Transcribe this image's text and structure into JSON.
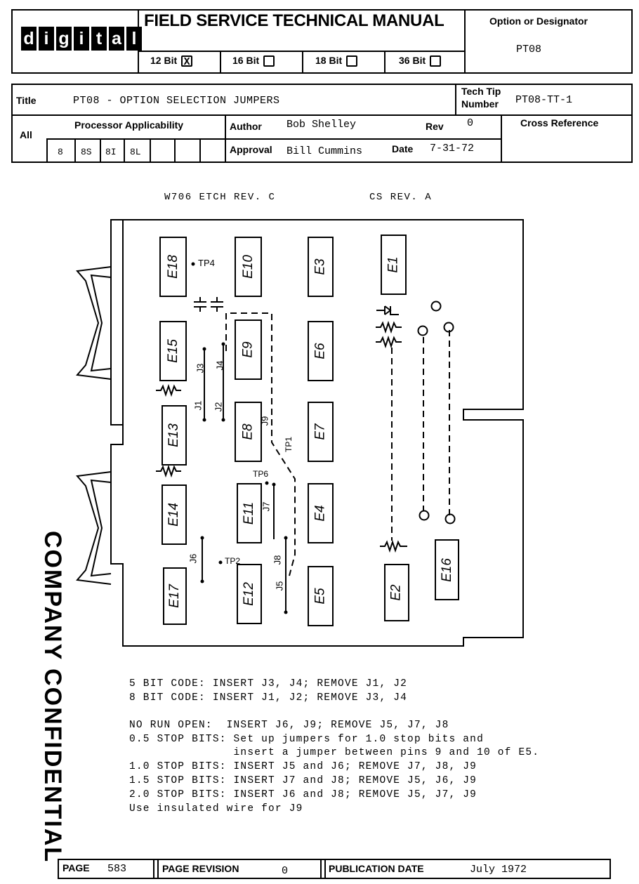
{
  "header": {
    "logo_letters": [
      "d",
      "i",
      "g",
      "i",
      "t",
      "a",
      "l"
    ],
    "manual_title": "FIELD SERVICE TECHNICAL MANUAL",
    "bit_options": [
      {
        "label": "12 Bit",
        "mark": "X"
      },
      {
        "label": "16 Bit",
        "mark": ""
      },
      {
        "label": "18 Bit",
        "mark": ""
      },
      {
        "label": "36 Bit",
        "mark": ""
      }
    ],
    "option_label": "Option or Designator",
    "option_value": "PT08"
  },
  "info": {
    "title_label": "Title",
    "title_value": "PT08 - OPTION SELECTION JUMPERS",
    "tech_tip_label_1": "Tech Tip",
    "tech_tip_label_2": "Number",
    "tech_tip_value": "PT08-TT-1",
    "all_label": "All",
    "processor_label": "Processor Applicability",
    "processors": [
      "8",
      "8S",
      "8I",
      "8L",
      "",
      "",
      ""
    ],
    "author_label": "Author",
    "author_value": "Bob Shelley",
    "rev_label": "Rev",
    "rev_value": "0",
    "cross_ref_label": "Cross Reference",
    "approval_label": "Approval",
    "approval_value": "Bill Cummins",
    "date_label": "Date",
    "date_value": "7-31-72"
  },
  "diagram": {
    "etch_rev": "W706 ETCH REV. C",
    "cs_rev": "CS REV. A",
    "chips": [
      "E18",
      "E10",
      "E3",
      "E1",
      "E15",
      "E9",
      "E6",
      "E13",
      "E8",
      "E7",
      "E14",
      "E11",
      "E4",
      "E17",
      "E12",
      "E5",
      "E2",
      "E16"
    ],
    "test_points": [
      "TP4",
      "TP1",
      "TP6",
      "TP2"
    ],
    "jumpers": [
      "J1",
      "J2",
      "J3",
      "J4",
      "J5",
      "J6",
      "J7",
      "J8",
      "J9"
    ]
  },
  "notes": [
    "5 BIT CODE: INSERT J3, J4; REMOVE J1, J2",
    "8 BIT CODE: INSERT J1, J2; REMOVE J3, J4",
    "NO RUN OPEN:  INSERT J6, J9; REMOVE J5, J7, J8",
    "0.5 STOP BITS: Set up jumpers for 1.0 stop bits and",
    "               insert a jumper between pins 9 and 10 of E5.",
    "1.0 STOP BITS: INSERT J5 and J6; REMOVE J7, J8, J9",
    "1.5 STOP BITS: INSERT J7 and J8; REMOVE J5, J6, J9",
    "2.0 STOP BITS: INSERT J6 and J8; REMOVE J5, J7, J9",
    "Use insulated wire for J9"
  ],
  "watermark": "COMPANY CONFIDENTIAL",
  "footer": {
    "page_label": "PAGE",
    "page_value": "583",
    "revision_label": "PAGE REVISION",
    "revision_value": "0",
    "pubdate_label": "PUBLICATION DATE",
    "pubdate_value": "July 1972"
  }
}
